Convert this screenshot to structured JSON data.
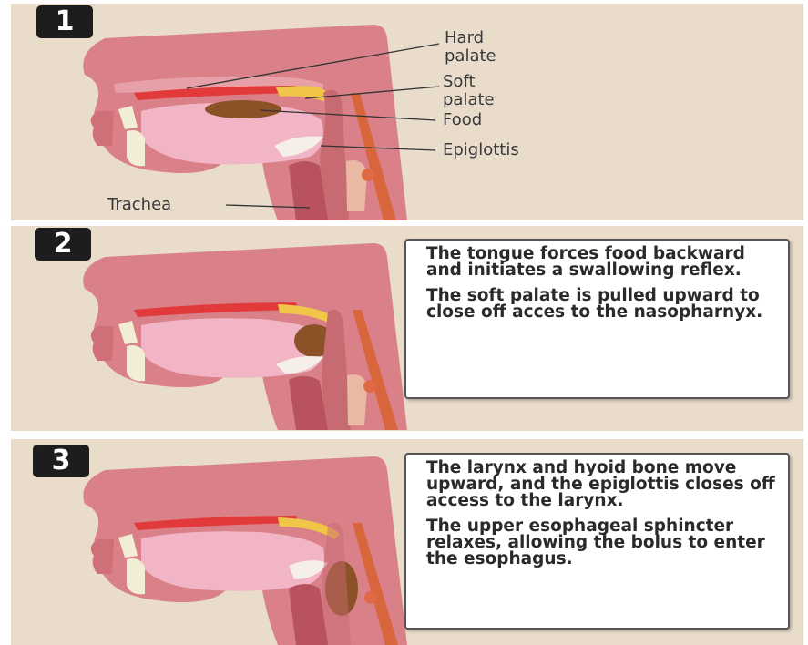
{
  "steps": [
    {
      "number": "1"
    },
    {
      "number": "2"
    },
    {
      "number": "3"
    }
  ],
  "labels": {
    "hard_palate": [
      "Hard",
      "palate"
    ],
    "soft_palate": [
      "Soft",
      "palate"
    ],
    "food": "Food",
    "epiglottis": "Epiglottis",
    "trachea": "Trachea"
  },
  "step2_text": {
    "p1": "The tongue forces food backward and initiates a swallowing reflex.",
    "p2": "The soft palate is pulled upward to close off acces to the nasopharnyx."
  },
  "step3_text": {
    "p1": "The larynx and hyoid bone move upward, and the epiglottis closes off access to the larynx.",
    "p2": "The upper esophageal sphincter relaxes, allowing the bolus to enter the esophagus."
  },
  "colors": {
    "background": "#e9dccb",
    "head": "#d98088",
    "mouth": "#f1b5c6",
    "palate_red": "#e23a3a",
    "soft_palate": "#f0c548",
    "food": "#8a5226",
    "esophagus": "#d9653c",
    "tooth": "#f2eed6"
  }
}
